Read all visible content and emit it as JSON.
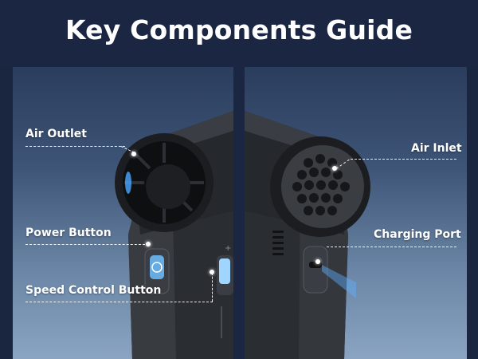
{
  "title": "Key Components Guide",
  "labels": {
    "air_outlet": "Air Outlet",
    "power_button": "Power Button",
    "speed_control_button": "Speed Control Button",
    "air_inlet": "Air Inlet",
    "charging_port": "Charging Port"
  },
  "colors": {
    "header_bg": "#1b2742",
    "device_body": "#2f3237",
    "button_glow": "#5fb8ff"
  }
}
